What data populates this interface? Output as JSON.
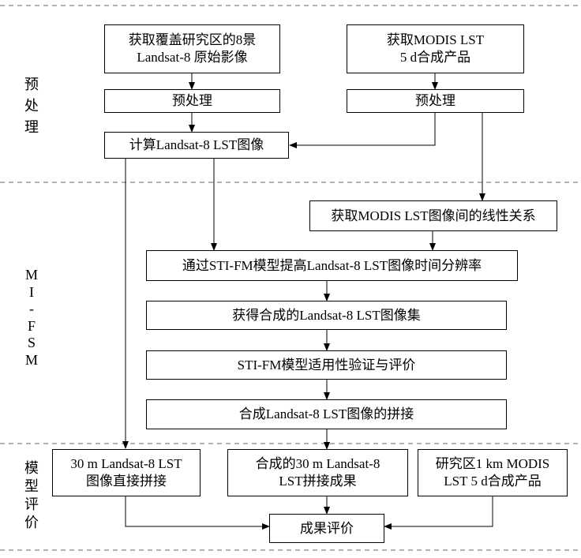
{
  "stages": {
    "preprocess": [
      "预",
      "处",
      "理"
    ],
    "mi_fsm": [
      "M",
      "I",
      "-",
      "F",
      "S",
      "M"
    ],
    "evaluation": [
      "模",
      "型",
      "评",
      "价"
    ]
  },
  "boxes": {
    "acquire_landsat": [
      "获取覆盖研究区的8景",
      "Landsat-8 原始影像"
    ],
    "acquire_modis": [
      "获取MODIS LST",
      "5 d合成产品"
    ],
    "preprocess_landsat": "预处理",
    "preprocess_modis": "预处理",
    "compute_lst": "计算Landsat-8 LST图像",
    "modis_relation": "获取MODIS LST图像间的线性关系",
    "sti_fm_improve": "通过STI-FM模型提高Landsat-8 LST图像时间分辨率",
    "synth_set": "获得合成的Landsat-8 LST图像集",
    "validation": "STI-FM模型适用性验证与评价",
    "mosaic": "合成Landsat-8 LST图像的拼接",
    "direct_mosaic": [
      "30 m Landsat-8 LST",
      "图像直接拼接"
    ],
    "synth_mosaic_result": [
      "合成的30 m Landsat-8",
      "LST拼接成果"
    ],
    "modis_product": [
      "研究区1 km MODIS",
      "LST 5 d合成产品"
    ],
    "evaluate_results": "成果评价"
  }
}
